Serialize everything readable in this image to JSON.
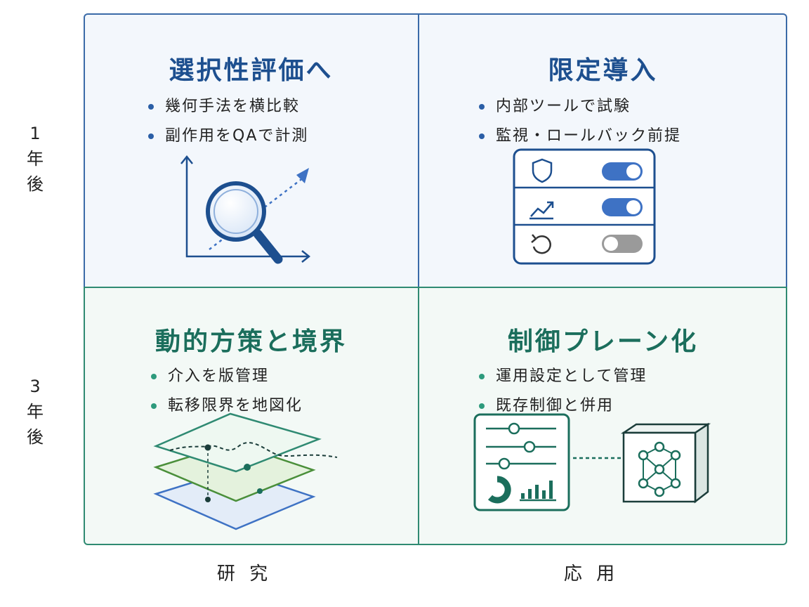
{
  "rows": [
    {
      "number": "1",
      "line1": "年",
      "line2": "後"
    },
    {
      "number": "3",
      "line1": "年",
      "line2": "後"
    }
  ],
  "columns": [
    "研 究",
    "応 用"
  ],
  "quadrants": {
    "research_1y": {
      "title": "選択性評価へ",
      "bullets": [
        "幾何手法を横比較",
        "副作用をQAで計測"
      ],
      "icon": "magnifier-chart-icon"
    },
    "applied_1y": {
      "title": "限定導入",
      "bullets": [
        "内部ツールで試験",
        "監視・ロールバック前提"
      ],
      "icon": "toggle-panel-icon",
      "toggles": [
        {
          "icon": "shield-icon",
          "on": true
        },
        {
          "icon": "trend-up-icon",
          "on": true
        },
        {
          "icon": "rollback-icon",
          "on": false
        }
      ]
    },
    "research_3y": {
      "title": "動的方策と境界",
      "bullets": [
        "介入を版管理",
        "転移限界を地図化"
      ],
      "icon": "layered-planes-icon"
    },
    "applied_3y": {
      "title": "制御プレーン化",
      "bullets": [
        "運用設定として管理",
        "既存制御と併用"
      ],
      "icon": "control-panel-network-icon"
    }
  },
  "colors": {
    "blue_accent": "#1d4f8f",
    "green_accent": "#1b6e5c",
    "toggle_on": "#3e72c4",
    "toggle_off": "#9a9a9a"
  }
}
